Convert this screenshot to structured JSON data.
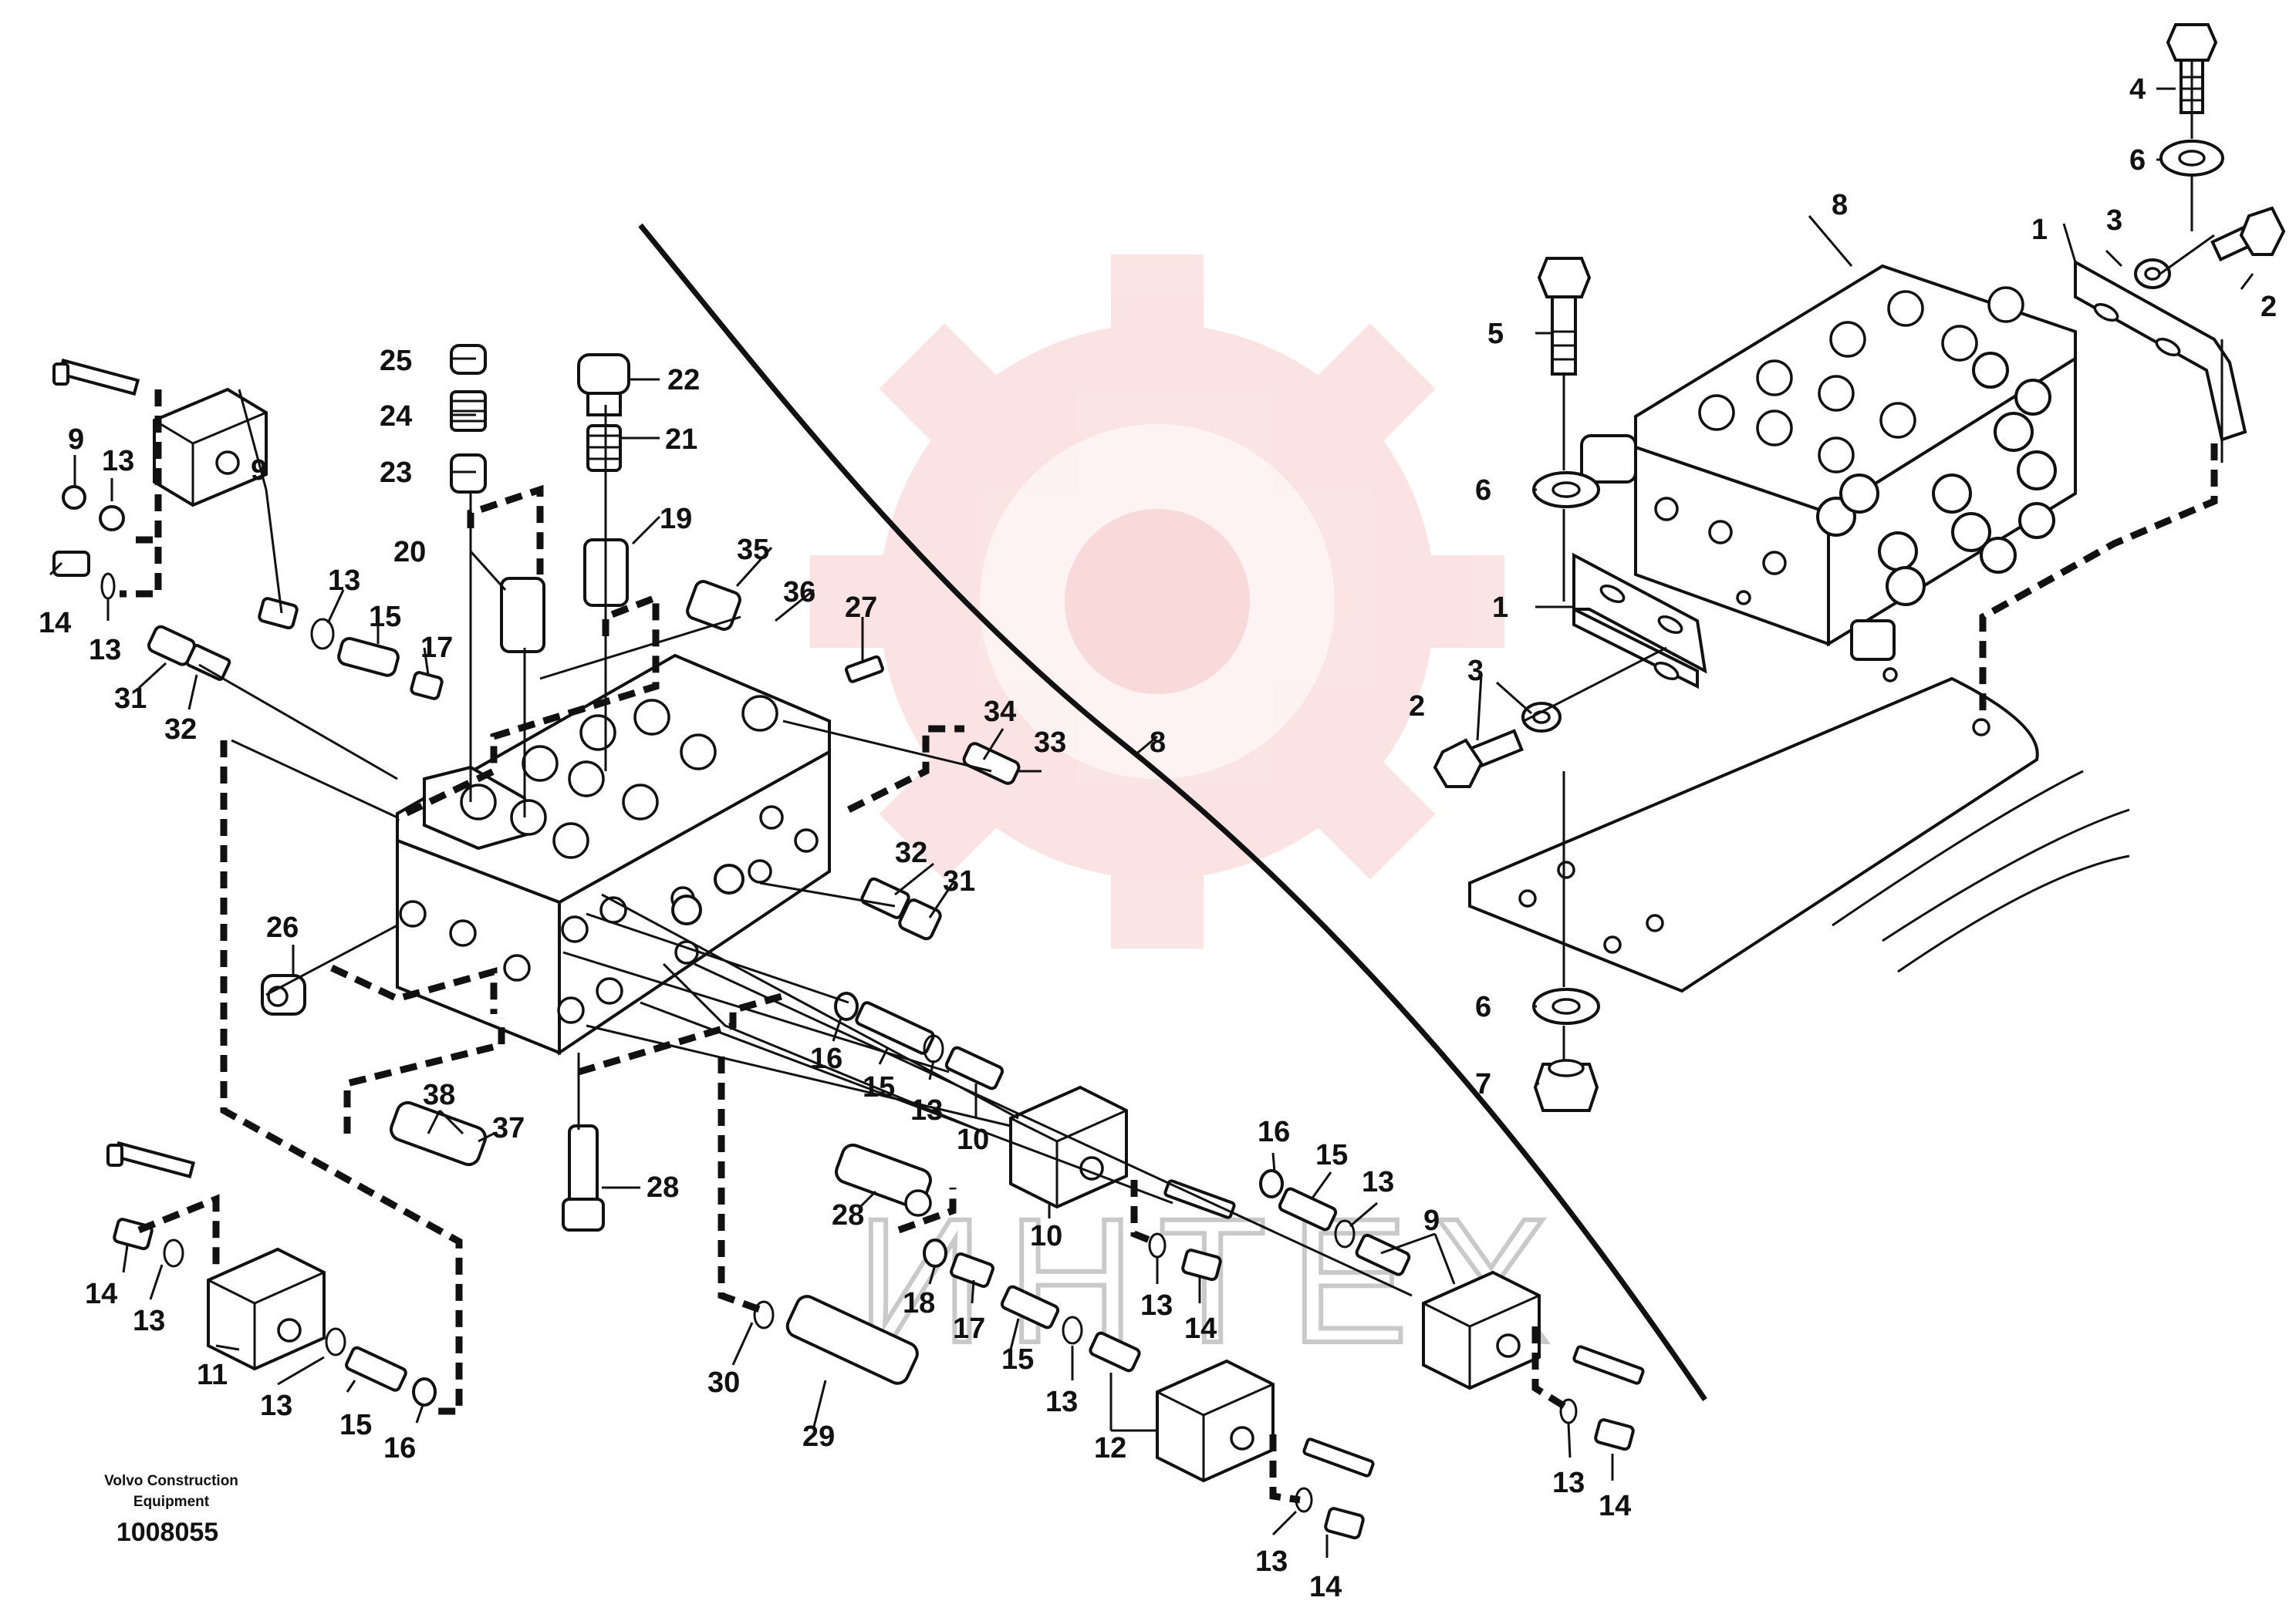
{
  "diagram": {
    "watermark_text": "ИНТЕХ",
    "footer": {
      "company_line1": "Volvo Construction",
      "company_line2": "Equipment",
      "figure_number": "1008055"
    },
    "callouts": [
      {
        "id": "c4",
        "text": "4"
      },
      {
        "id": "c6a",
        "text": "6"
      },
      {
        "id": "c8a",
        "text": "8"
      },
      {
        "id": "c1a",
        "text": "1"
      },
      {
        "id": "c3a",
        "text": "3"
      },
      {
        "id": "c2a",
        "text": "2"
      },
      {
        "id": "c5",
        "text": "5"
      },
      {
        "id": "c6b",
        "text": "6"
      },
      {
        "id": "c1b",
        "text": "1"
      },
      {
        "id": "c3b",
        "text": "3"
      },
      {
        "id": "c2b",
        "text": "2"
      },
      {
        "id": "c6c",
        "text": "6"
      },
      {
        "id": "c7",
        "text": "7"
      },
      {
        "id": "c8b",
        "text": "8"
      },
      {
        "id": "c25",
        "text": "25"
      },
      {
        "id": "c24",
        "text": "24"
      },
      {
        "id": "c23",
        "text": "23"
      },
      {
        "id": "c22",
        "text": "22"
      },
      {
        "id": "c21",
        "text": "21"
      },
      {
        "id": "c20",
        "text": "20"
      },
      {
        "id": "c19",
        "text": "19"
      },
      {
        "id": "c35",
        "text": "35"
      },
      {
        "id": "c36",
        "text": "36"
      },
      {
        "id": "c27",
        "text": "27"
      },
      {
        "id": "c9a",
        "text": "9"
      },
      {
        "id": "c13a",
        "text": "13"
      },
      {
        "id": "c9b",
        "text": "9"
      },
      {
        "id": "c14a",
        "text": "14"
      },
      {
        "id": "c13b",
        "text": "13"
      },
      {
        "id": "c13c",
        "text": "13"
      },
      {
        "id": "c15a",
        "text": "15"
      },
      {
        "id": "c17a",
        "text": "17"
      },
      {
        "id": "c31a",
        "text": "31"
      },
      {
        "id": "c32a",
        "text": "32"
      },
      {
        "id": "c34",
        "text": "34"
      },
      {
        "id": "c33",
        "text": "33"
      },
      {
        "id": "c32b",
        "text": "32"
      },
      {
        "id": "c31b",
        "text": "31"
      },
      {
        "id": "c26",
        "text": "26"
      },
      {
        "id": "c16a",
        "text": "16"
      },
      {
        "id": "c15b",
        "text": "15"
      },
      {
        "id": "c13d",
        "text": "13"
      },
      {
        "id": "c10a",
        "text": "10"
      },
      {
        "id": "c38",
        "text": "38"
      },
      {
        "id": "c37",
        "text": "37"
      },
      {
        "id": "c28a",
        "text": "28"
      },
      {
        "id": "c28b",
        "text": "28"
      },
      {
        "id": "c10b",
        "text": "10"
      },
      {
        "id": "c16b",
        "text": "16"
      },
      {
        "id": "c15c",
        "text": "15"
      },
      {
        "id": "c13e",
        "text": "13"
      },
      {
        "id": "c9c",
        "text": "9"
      },
      {
        "id": "c18",
        "text": "18"
      },
      {
        "id": "c17b",
        "text": "17"
      },
      {
        "id": "c13f",
        "text": "13"
      },
      {
        "id": "c14b",
        "text": "14"
      },
      {
        "id": "c14c",
        "text": "14"
      },
      {
        "id": "c13g",
        "text": "13"
      },
      {
        "id": "c11",
        "text": "11"
      },
      {
        "id": "c13h",
        "text": "13"
      },
      {
        "id": "c15d",
        "text": "15"
      },
      {
        "id": "c16c",
        "text": "16"
      },
      {
        "id": "c30",
        "text": "30"
      },
      {
        "id": "c29",
        "text": "29"
      },
      {
        "id": "c15e",
        "text": "15"
      },
      {
        "id": "c13i",
        "text": "13"
      },
      {
        "id": "c12",
        "text": "12"
      },
      {
        "id": "c13j",
        "text": "13"
      },
      {
        "id": "c14d",
        "text": "14"
      },
      {
        "id": "c13k",
        "text": "13"
      },
      {
        "id": "c14e",
        "text": "14"
      }
    ]
  }
}
